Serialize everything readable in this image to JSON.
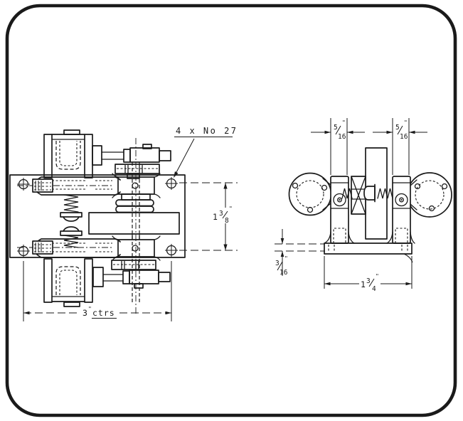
{
  "style": {
    "ink": "#1a1a1a",
    "paper": "#ffffff"
  },
  "labels": {
    "hole_callout": "4 x No 27",
    "dim_plate_vertical": {
      "whole": "1",
      "num": "3",
      "den": "8",
      "unit": "\""
    },
    "dim_left_column": {
      "num": "5",
      "den": "16",
      "unit": "\""
    },
    "dim_right_column": {
      "num": "5",
      "den": "16",
      "unit": "\""
    },
    "dim_base_thickness": {
      "num": "3",
      "den": "16",
      "unit": "\""
    },
    "dim_base_width": {
      "whole": "1",
      "num": "3",
      "den": "4",
      "unit": "\""
    },
    "dim_centres": {
      "value": "3",
      "unit": "\"",
      "suffix": "ctrs"
    }
  }
}
